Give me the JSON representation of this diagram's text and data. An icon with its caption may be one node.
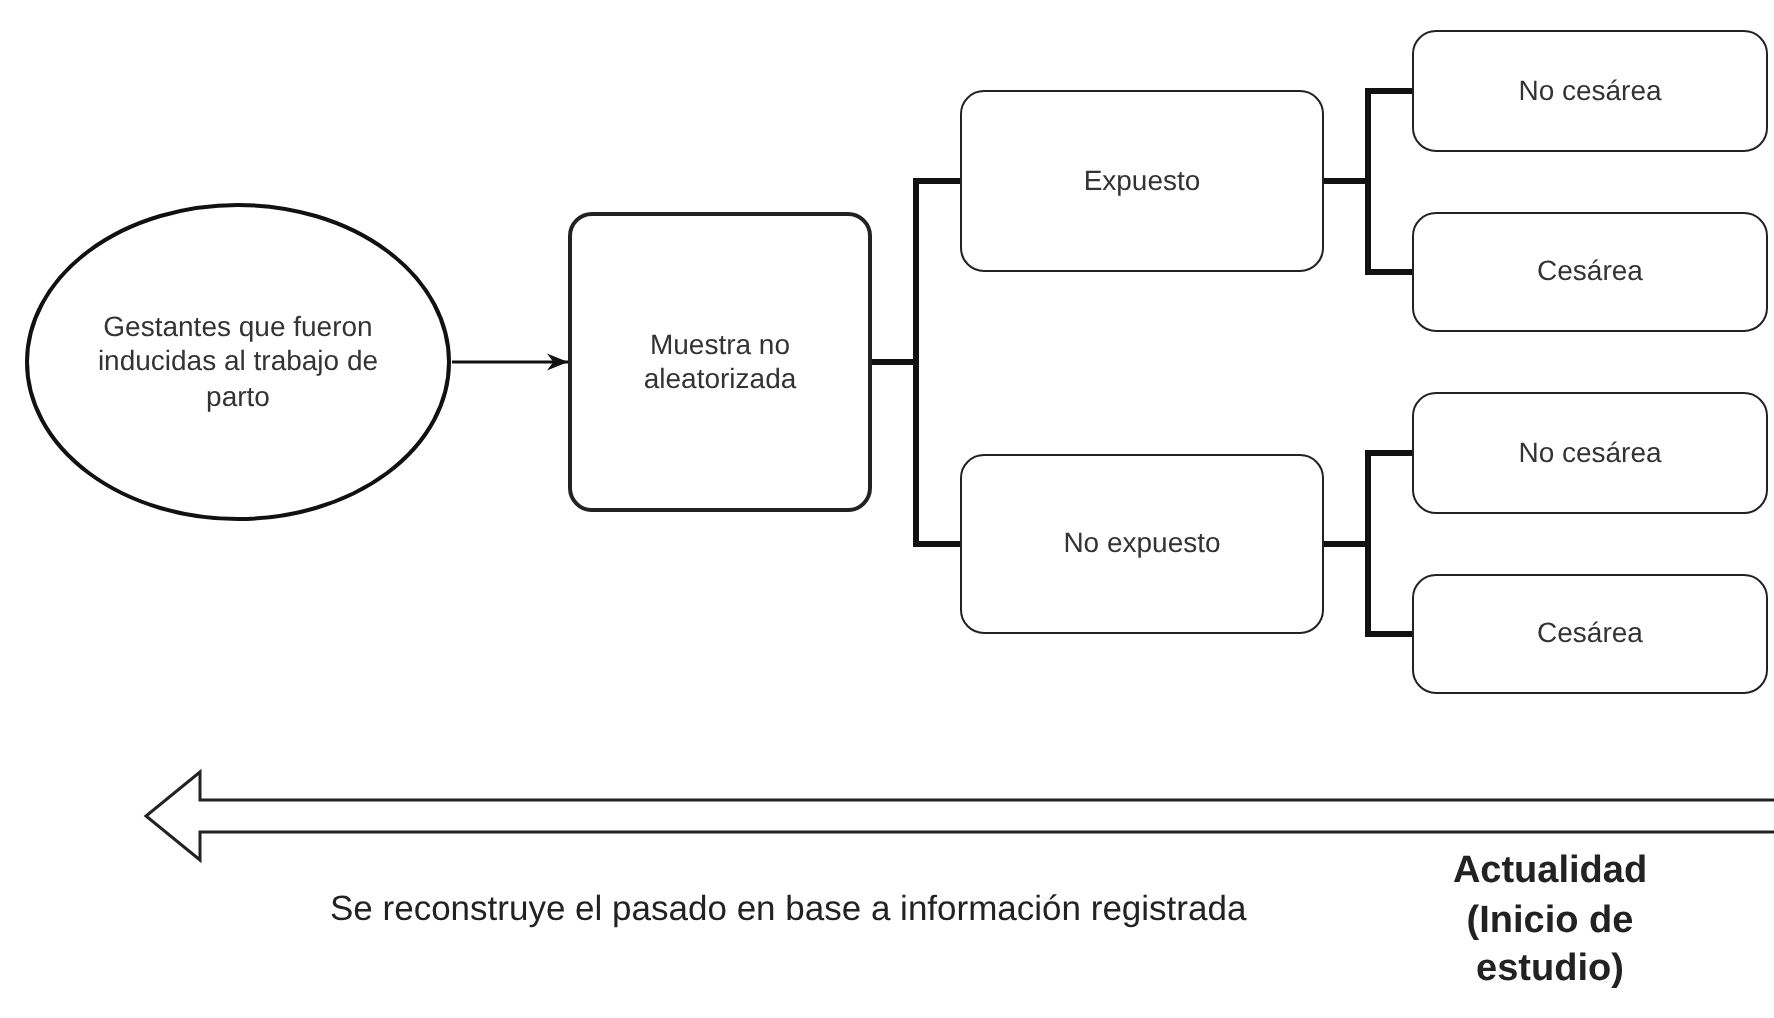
{
  "diagram": {
    "nodes": [
      {
        "text": [
          "Gestantes que fueron inducidas al trabajo de parto"
        ]
      },
      {
        "text": [
          "Muestra no aleatorizada"
        ]
      },
      {
        "text": [
          "Expuesto"
        ]
      },
      {
        "text": [
          "No expuesto"
        ]
      },
      {
        "text": [
          "No cesárea"
        ]
      },
      {
        "text": [
          "Cesárea"
        ]
      },
      {
        "text": [
          "No cesárea"
        ]
      },
      {
        "text": [
          "Cesárea"
        ]
      }
    ],
    "edges": [
      {
        "from": 0,
        "to": 1,
        "arrow": "to"
      },
      {
        "from": 1,
        "to": 2,
        "arrow": "none"
      },
      {
        "from": 1,
        "to": 3,
        "arrow": "none"
      },
      {
        "from": 2,
        "to": 4,
        "arrow": "none"
      },
      {
        "from": 2,
        "to": 5,
        "arrow": "none"
      },
      {
        "from": 3,
        "to": 6,
        "arrow": "none"
      },
      {
        "from": 3,
        "to": 7,
        "arrow": "none"
      }
    ],
    "labels": [
      "Se reconstruye el pasado en base a información registrada",
      "Actualidad (Inicio de estudio)"
    ]
  }
}
